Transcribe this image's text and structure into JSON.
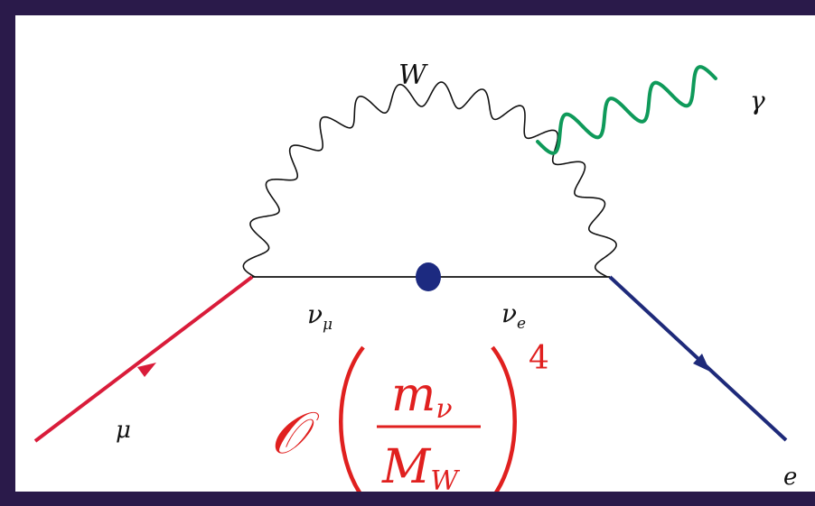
{
  "diagram": {
    "labels": {
      "w_boson": "W",
      "photon": "γ",
      "nu_mu": "ν",
      "nu_mu_sub": "μ",
      "nu_e": "ν",
      "nu_e_sub": "e",
      "muon": "μ",
      "electron": "e"
    },
    "formula": {
      "order_symbol": "𝒪",
      "numerator": "m",
      "numerator_sub": "ν",
      "denominator": "M",
      "denominator_sub": "W",
      "exponent": "4"
    },
    "colors": {
      "background": "#2a1a4a",
      "muon_line": "#d91c3a",
      "electron_line": "#1e2a7a",
      "photon_line": "#0f9a5a",
      "w_line": "#111111",
      "mixing_vertex": "#1c2a80",
      "formula": "#e0201f"
    }
  }
}
